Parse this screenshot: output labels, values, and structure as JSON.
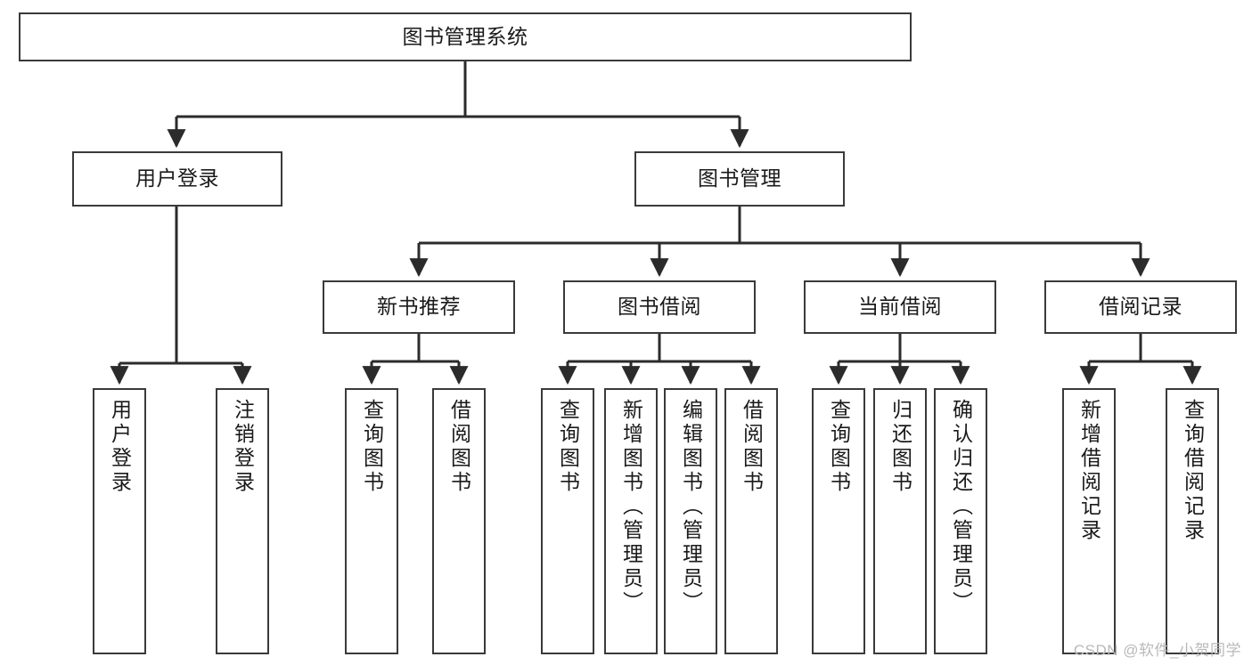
{
  "diagram": {
    "type": "tree-hierarchy-chart",
    "title": "图书管理系统",
    "orientation": "top-down",
    "colors": {
      "box_border": "#3a3a3a",
      "box_fill": "#ffffff",
      "connector": "#2b2b2b",
      "text": "#1a1a1a",
      "watermark": "#b9b9b9",
      "background": "#ffffff"
    },
    "levels": {
      "root": [
        "图书管理系统"
      ],
      "level2": [
        "用户登录",
        "图书管理"
      ],
      "level3": [
        "新书推荐",
        "图书借阅",
        "当前借阅",
        "借阅记录"
      ],
      "leaves": [
        "用户登录",
        "注销登录",
        "查询图书",
        "借阅图书",
        "查询图书",
        "新增图书（管理员）",
        "编辑图书（管理员）",
        "借阅图书",
        "查询图书",
        "归还图书",
        "确认归还（管理员）",
        "新增借阅记录",
        "查询借阅记录"
      ]
    },
    "nodes": {
      "root": {
        "label": "图书管理系统"
      },
      "user_login": {
        "label": "用户登录"
      },
      "book_mgmt": {
        "label": "图书管理"
      },
      "new_book_rec": {
        "label": "新书推荐"
      },
      "book_borrow": {
        "label": "图书借阅"
      },
      "current_borrow": {
        "label": "当前借阅"
      },
      "borrow_record": {
        "label": "借阅记录"
      },
      "leaf_user_login": {
        "label": "用户登录"
      },
      "leaf_user_logout": {
        "label": "注销登录"
      },
      "leaf_query_book_1": {
        "label": "查询图书"
      },
      "leaf_borrow_book_1": {
        "label": "借阅图书"
      },
      "leaf_query_book_2": {
        "label": "查询图书"
      },
      "leaf_add_book": {
        "label": "新增图书（管理员）"
      },
      "leaf_edit_book": {
        "label": "编辑图书（管理员）"
      },
      "leaf_borrow_book_2": {
        "label": "借阅图书"
      },
      "leaf_query_book_3": {
        "label": "查询图书"
      },
      "leaf_return_book": {
        "label": "归还图书"
      },
      "leaf_confirm_return": {
        "label": "确认归还（管理员）"
      },
      "leaf_add_record": {
        "label": "新增借阅记录"
      },
      "leaf_query_record": {
        "label": "查询借阅记录"
      }
    },
    "watermark": "CSDN @软件_小贺同学"
  }
}
